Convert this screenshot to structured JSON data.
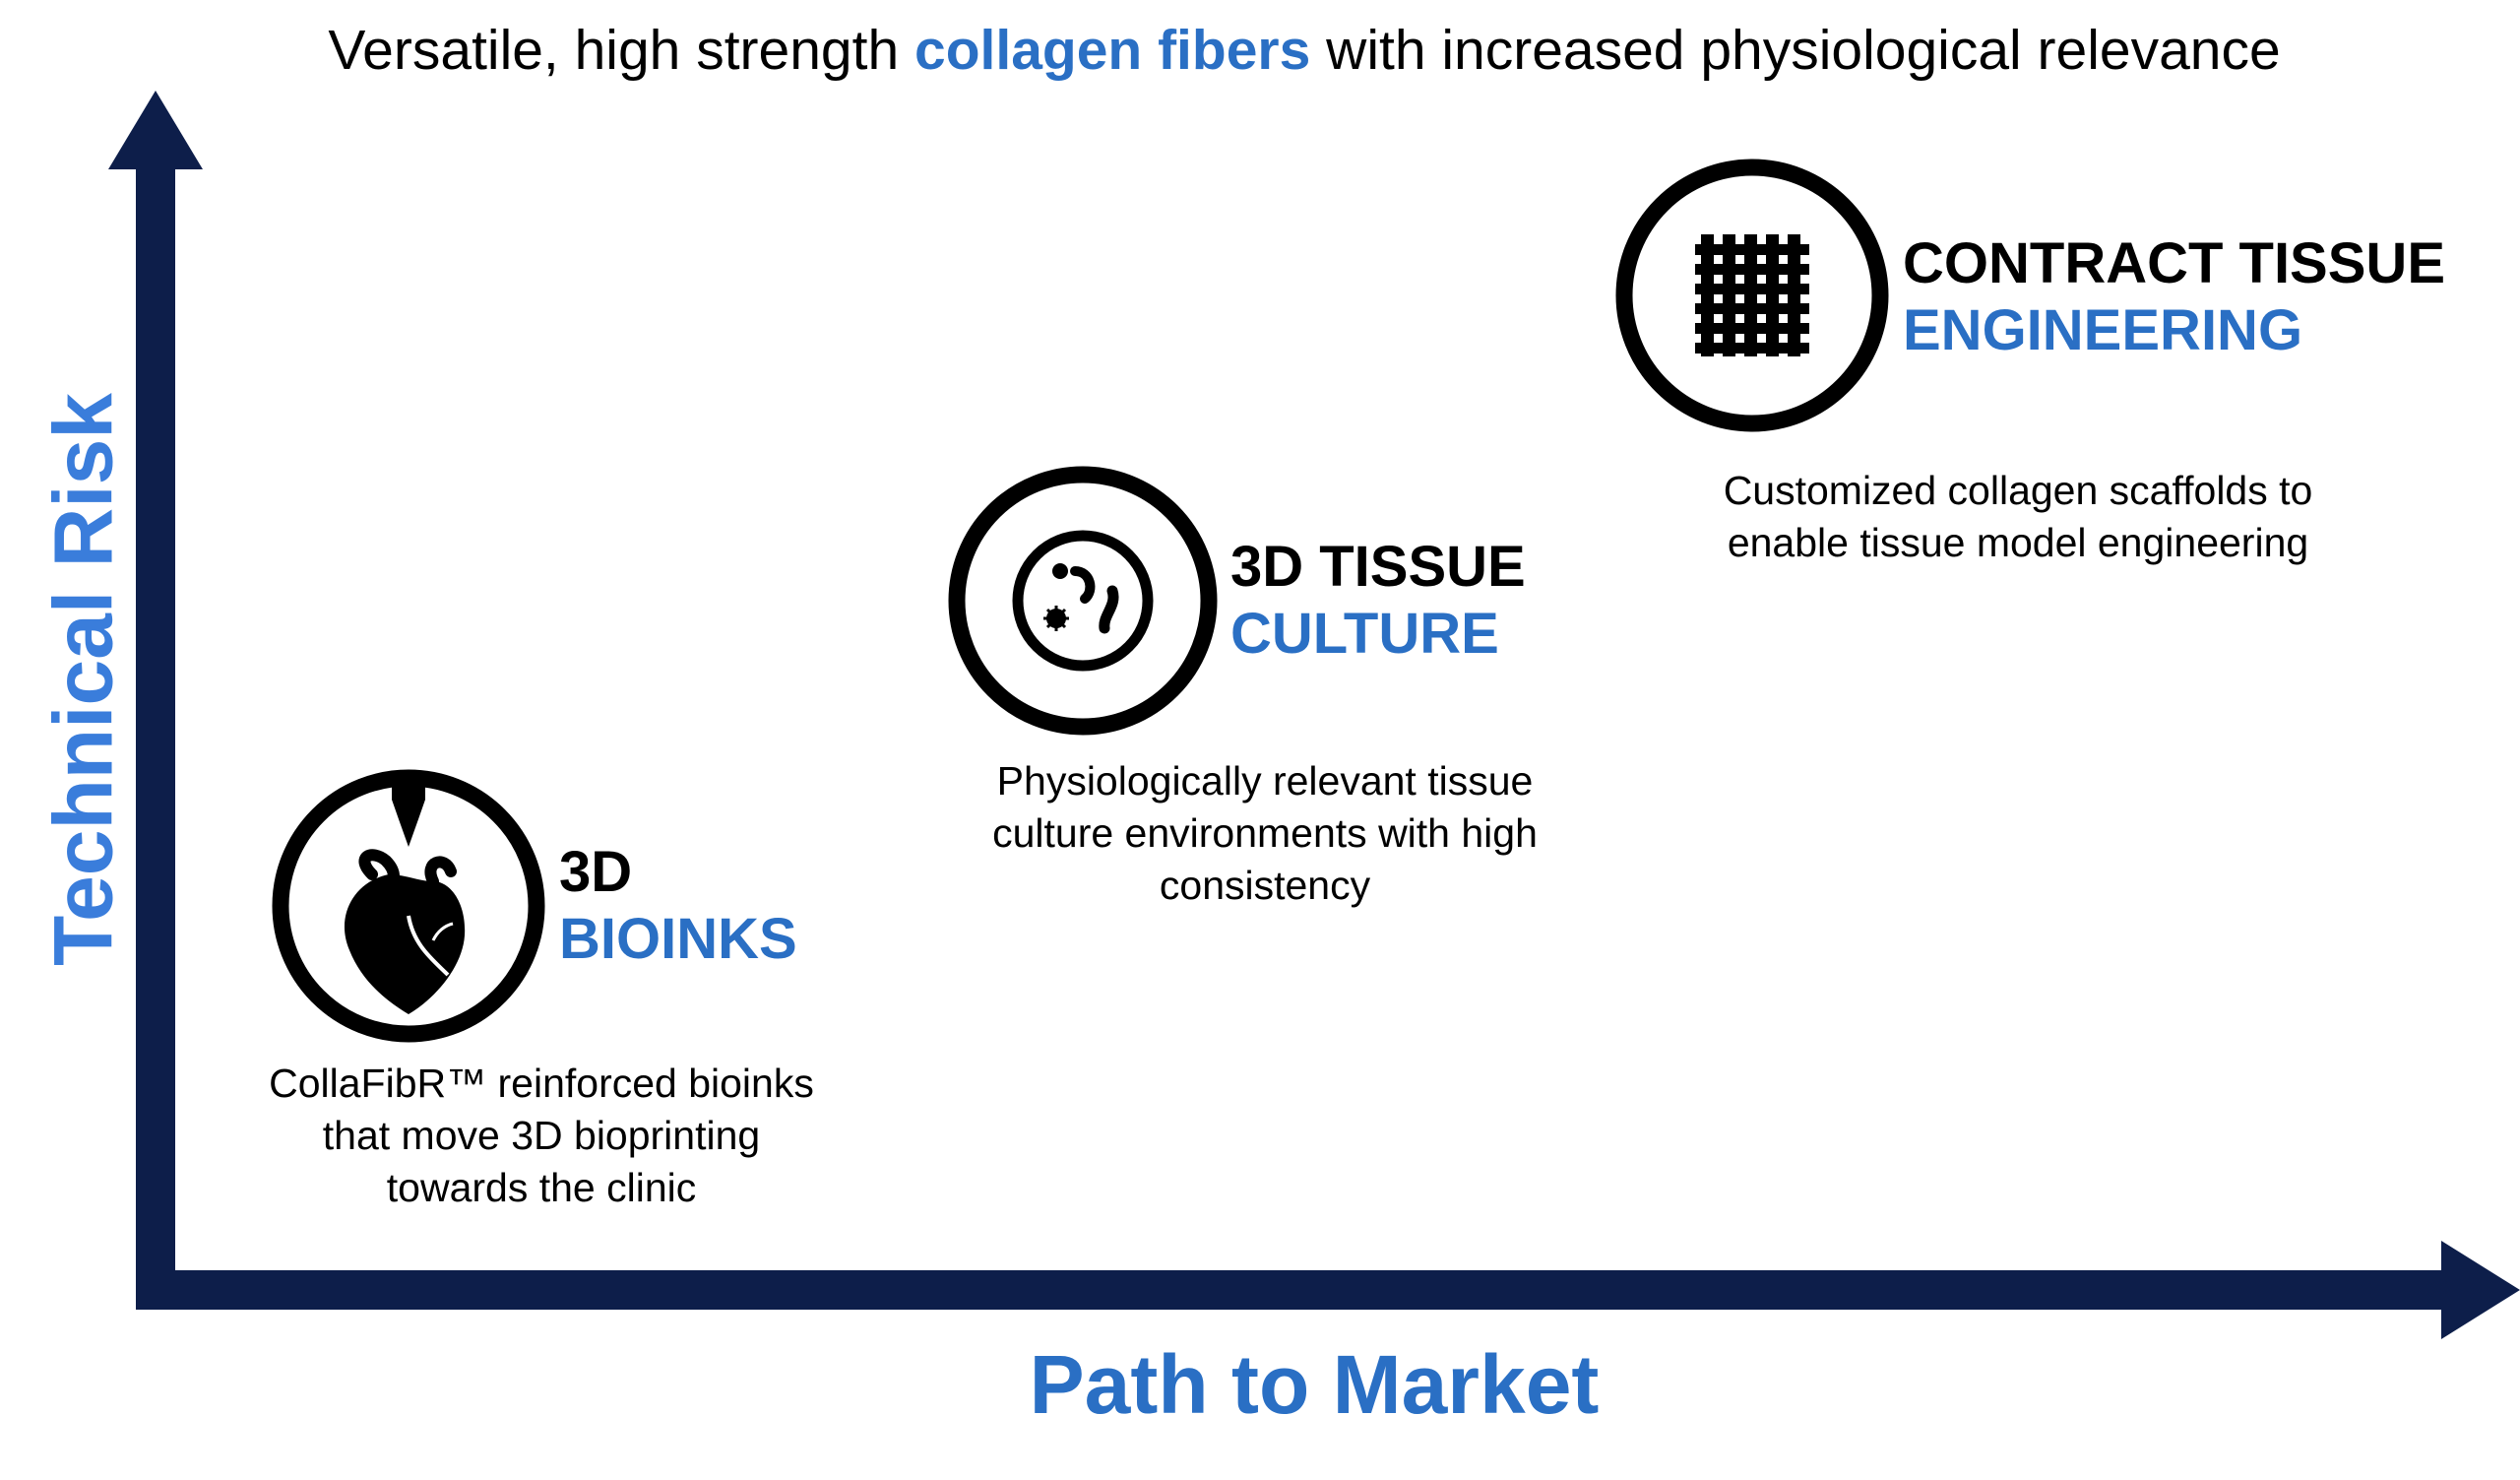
{
  "title": {
    "prefix": "Versatile, high strength ",
    "highlight": "collagen fibers",
    "suffix": " with increased physiological relevance"
  },
  "axes": {
    "y_label": "Technical Risk",
    "x_label": "Path to Market"
  },
  "nodes": [
    {
      "title_line1": "3D",
      "title_line2": "BIOINKS",
      "icon": "bioprinted-heart-icon",
      "description": [
        "CollaFibR™ reinforced bioinks",
        "that move 3D bioprinting",
        "towards the clinic"
      ]
    },
    {
      "title_line1": "3D TISSUE",
      "title_line2": "CULTURE",
      "icon": "petri-dish-cells-icon",
      "description": [
        "Physiologically relevant tissue",
        "culture environments with high",
        "consistency"
      ]
    },
    {
      "title_line1": "CONTRACT TISSUE",
      "title_line2": "ENGINEERING",
      "icon": "scaffold-mesh-icon",
      "description": [
        "Customized collagen scaffolds to",
        "enable tissue model engineering"
      ]
    }
  ],
  "colors": {
    "axis": "#0d1e4a",
    "accent": "#2a6fc4",
    "axis_label": "#3a7ddb"
  }
}
